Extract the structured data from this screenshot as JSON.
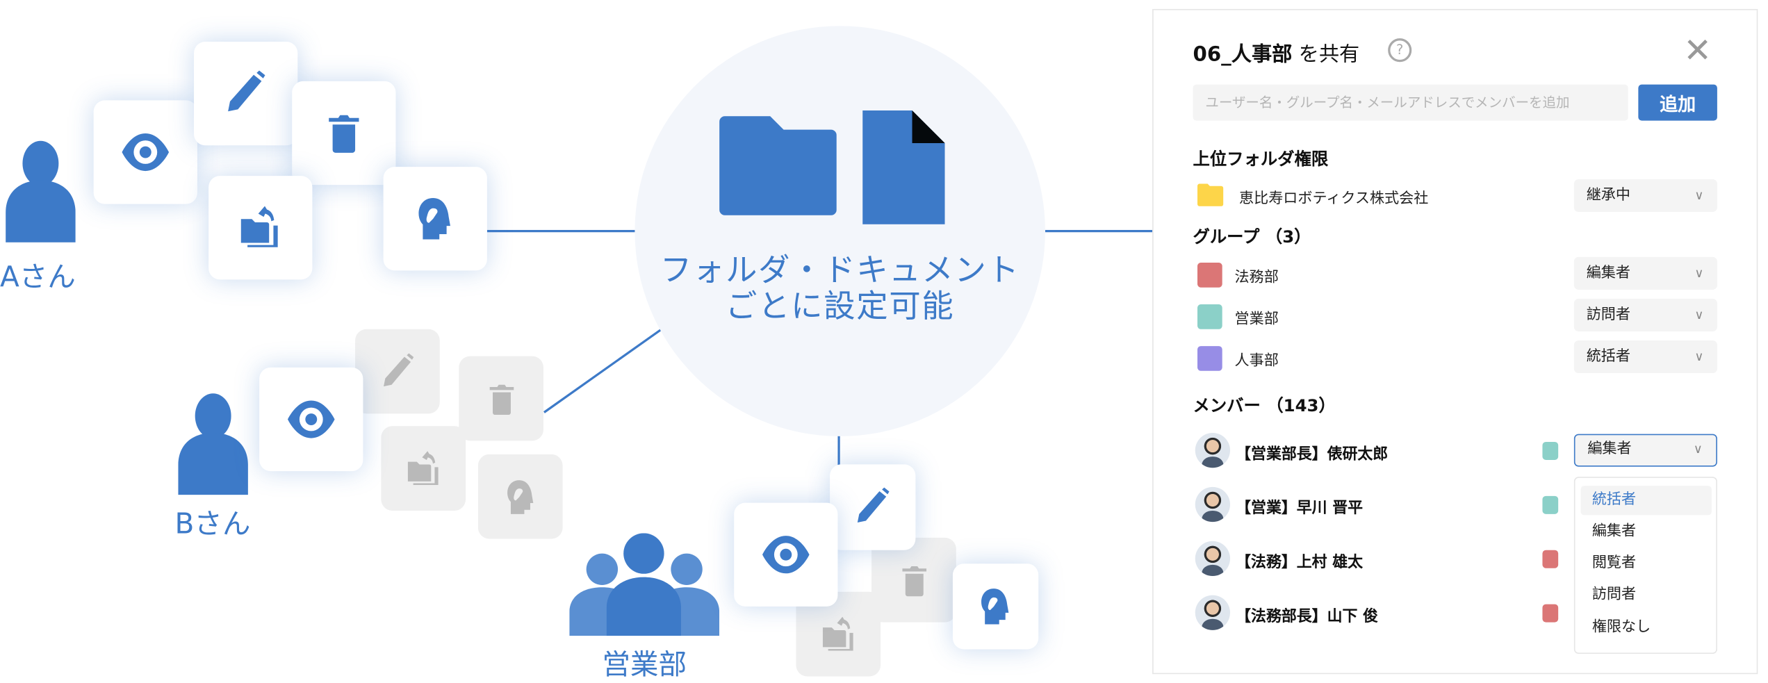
{
  "diagram": {
    "center_line1": "フォルダ・ドキュメント",
    "center_line2": "ごとに設定可能",
    "users": [
      {
        "label": "Aさん"
      },
      {
        "label": "Bさん"
      },
      {
        "label": "営業部"
      }
    ],
    "colors": {
      "accent": "#3d7ac8",
      "disabled": "#b9b9b9"
    }
  },
  "panel": {
    "title_bold": "06_人事部",
    "title_rest": " を共有",
    "help": "?",
    "close": "✕",
    "search_placeholder": "ユーザー名・グループ名・メールアドレスでメンバーを追加",
    "add_button": "追加",
    "parent_section": "上位フォルダ権限",
    "parent_folder": {
      "name": "恵比寿ロボティクス株式会社",
      "permission": "継承中",
      "color": "#fdd549"
    },
    "groups_section": "グループ （3）",
    "groups": [
      {
        "name": "法務部",
        "permission": "編集者",
        "color": "#db7676"
      },
      {
        "name": "営業部",
        "permission": "訪問者",
        "color": "#8bd0c8"
      },
      {
        "name": "人事部",
        "permission": "統括者",
        "color": "#978de6"
      }
    ],
    "members_section": "メンバー （143）",
    "members": [
      {
        "name": "【営業部長】俵研太郎",
        "group_color": "#8bd0c8",
        "permission": "編集者"
      },
      {
        "name": "【営業】早川 晋平",
        "group_color": "#8bd0c8"
      },
      {
        "name": "【法務】上村 雄太",
        "group_color": "#db7676"
      },
      {
        "name": "【法務部長】山下 俊",
        "group_color": "#db7676"
      }
    ],
    "dropdown_options": [
      "統括者",
      "編集者",
      "閲覧者",
      "訪問者",
      "権限なし"
    ],
    "chevron": "∨"
  }
}
